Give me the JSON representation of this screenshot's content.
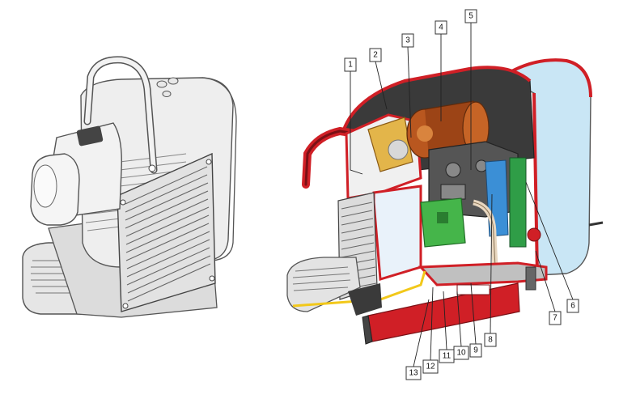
{
  "figure": {
    "left_view": {
      "name": "exterior-machine"
    },
    "right_view": {
      "name": "cutaway-machine"
    }
  },
  "callouts": [
    {
      "id": "1",
      "label": "1"
    },
    {
      "id": "2",
      "label": "2"
    },
    {
      "id": "3",
      "label": "3"
    },
    {
      "id": "4",
      "label": "4"
    },
    {
      "id": "5",
      "label": "5"
    },
    {
      "id": "6",
      "label": "6"
    },
    {
      "id": "7",
      "label": "7"
    },
    {
      "id": "8",
      "label": "8"
    },
    {
      "id": "9",
      "label": "9"
    },
    {
      "id": "10",
      "label": "10"
    },
    {
      "id": "11",
      "label": "11"
    },
    {
      "id": "12",
      "label": "12"
    },
    {
      "id": "13",
      "label": "13"
    }
  ],
  "colors": {
    "outline": "#555555",
    "body_light": "#eeeeee",
    "body_mid": "#d4d4d4",
    "cut_red": "#d01f26",
    "water_tank": "#bfe0f2",
    "heater_green": "#45b54a",
    "pump_orange": "#b9571f",
    "yellow_line": "#f2c81a",
    "dark_shell": "#3a3a3a"
  }
}
